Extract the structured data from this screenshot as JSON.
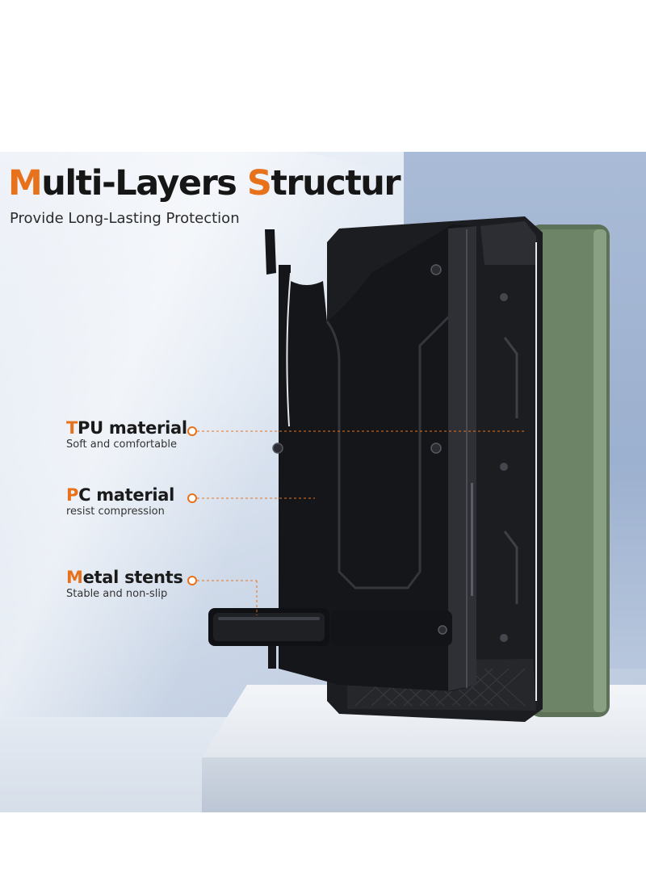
{
  "heading": {
    "title_first_letter": "M",
    "title_first_rest": "ulti-Layers ",
    "title_second_letter": "S",
    "title_second_rest": "tructur",
    "subtitle": "Provide Long-Lasting Protection"
  },
  "features": [
    {
      "title_first_letter": "T",
      "title_rest": "PU material",
      "description": "Soft and comfortable"
    },
    {
      "title_first_letter": "P",
      "title_rest": "C material",
      "description": "resist compression"
    },
    {
      "title_first_letter": "M",
      "title_rest": "etal stents",
      "description": "Stable and non-slip"
    }
  ],
  "colors": {
    "accent": "#e8721c",
    "case_black": "#1c1d20",
    "phone_green": "#6e8467",
    "background_blue": "#c9d5e6"
  }
}
